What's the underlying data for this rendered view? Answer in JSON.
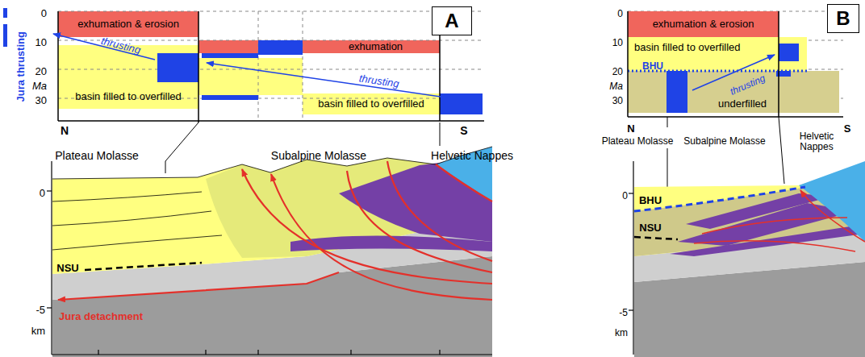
{
  "diagram": {
    "nodes": [
      {
        "text": [
          "A"
        ]
      },
      {
        "text": [
          "exhumation & erosion"
        ]
      },
      {
        "text": [
          "exhumation"
        ]
      },
      {
        "text": [
          "basin filled to overfilled"
        ]
      },
      {
        "text": [
          "basin filled to overfilled"
        ]
      },
      {
        "text": [
          "B"
        ]
      },
      {
        "text": [
          "exhumation & erosion"
        ]
      },
      {
        "text": [
          "basin filled to overfilled"
        ]
      },
      {
        "text": [
          "underfilled"
        ]
      }
    ],
    "labels": [
      "Jura thrusting",
      "thrusting",
      "thrusting",
      "0",
      "10",
      "20",
      "Ma",
      "30",
      "N",
      "S",
      "Plateau Molasse",
      "Subalpine Molasse",
      "Helvetic Nappes",
      "0",
      "NSU",
      "Jura detachment",
      "-5",
      "km",
      "BHU",
      "thrusting",
      "0",
      "10",
      "20",
      "Ma",
      "30",
      "N",
      "S",
      "Plateau Molasse",
      "Subalpine Molasse",
      "Helvetic Nappes",
      "0",
      "BHU",
      "NSU",
      "-5",
      "km"
    ]
  }
}
